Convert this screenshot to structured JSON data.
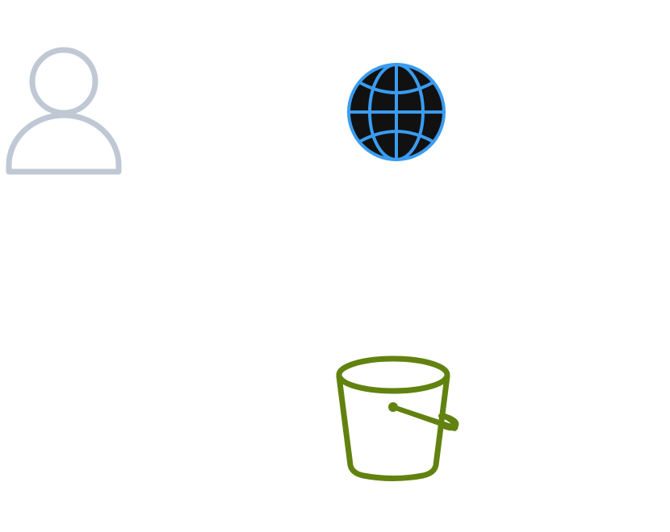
{
  "diagram": {
    "background": "#ffffff",
    "nodes": [
      {
        "id": "user",
        "icon": "user-icon",
        "label": "",
        "stroke_color": "#BFC8D4"
      },
      {
        "id": "internet",
        "icon": "globe-icon",
        "label": "",
        "fill_color": "#111111",
        "stroke_color": "#3A9CF0"
      },
      {
        "id": "s3-bucket",
        "icon": "bucket-icon",
        "label": "",
        "stroke_color": "#628210"
      }
    ],
    "edges": []
  }
}
